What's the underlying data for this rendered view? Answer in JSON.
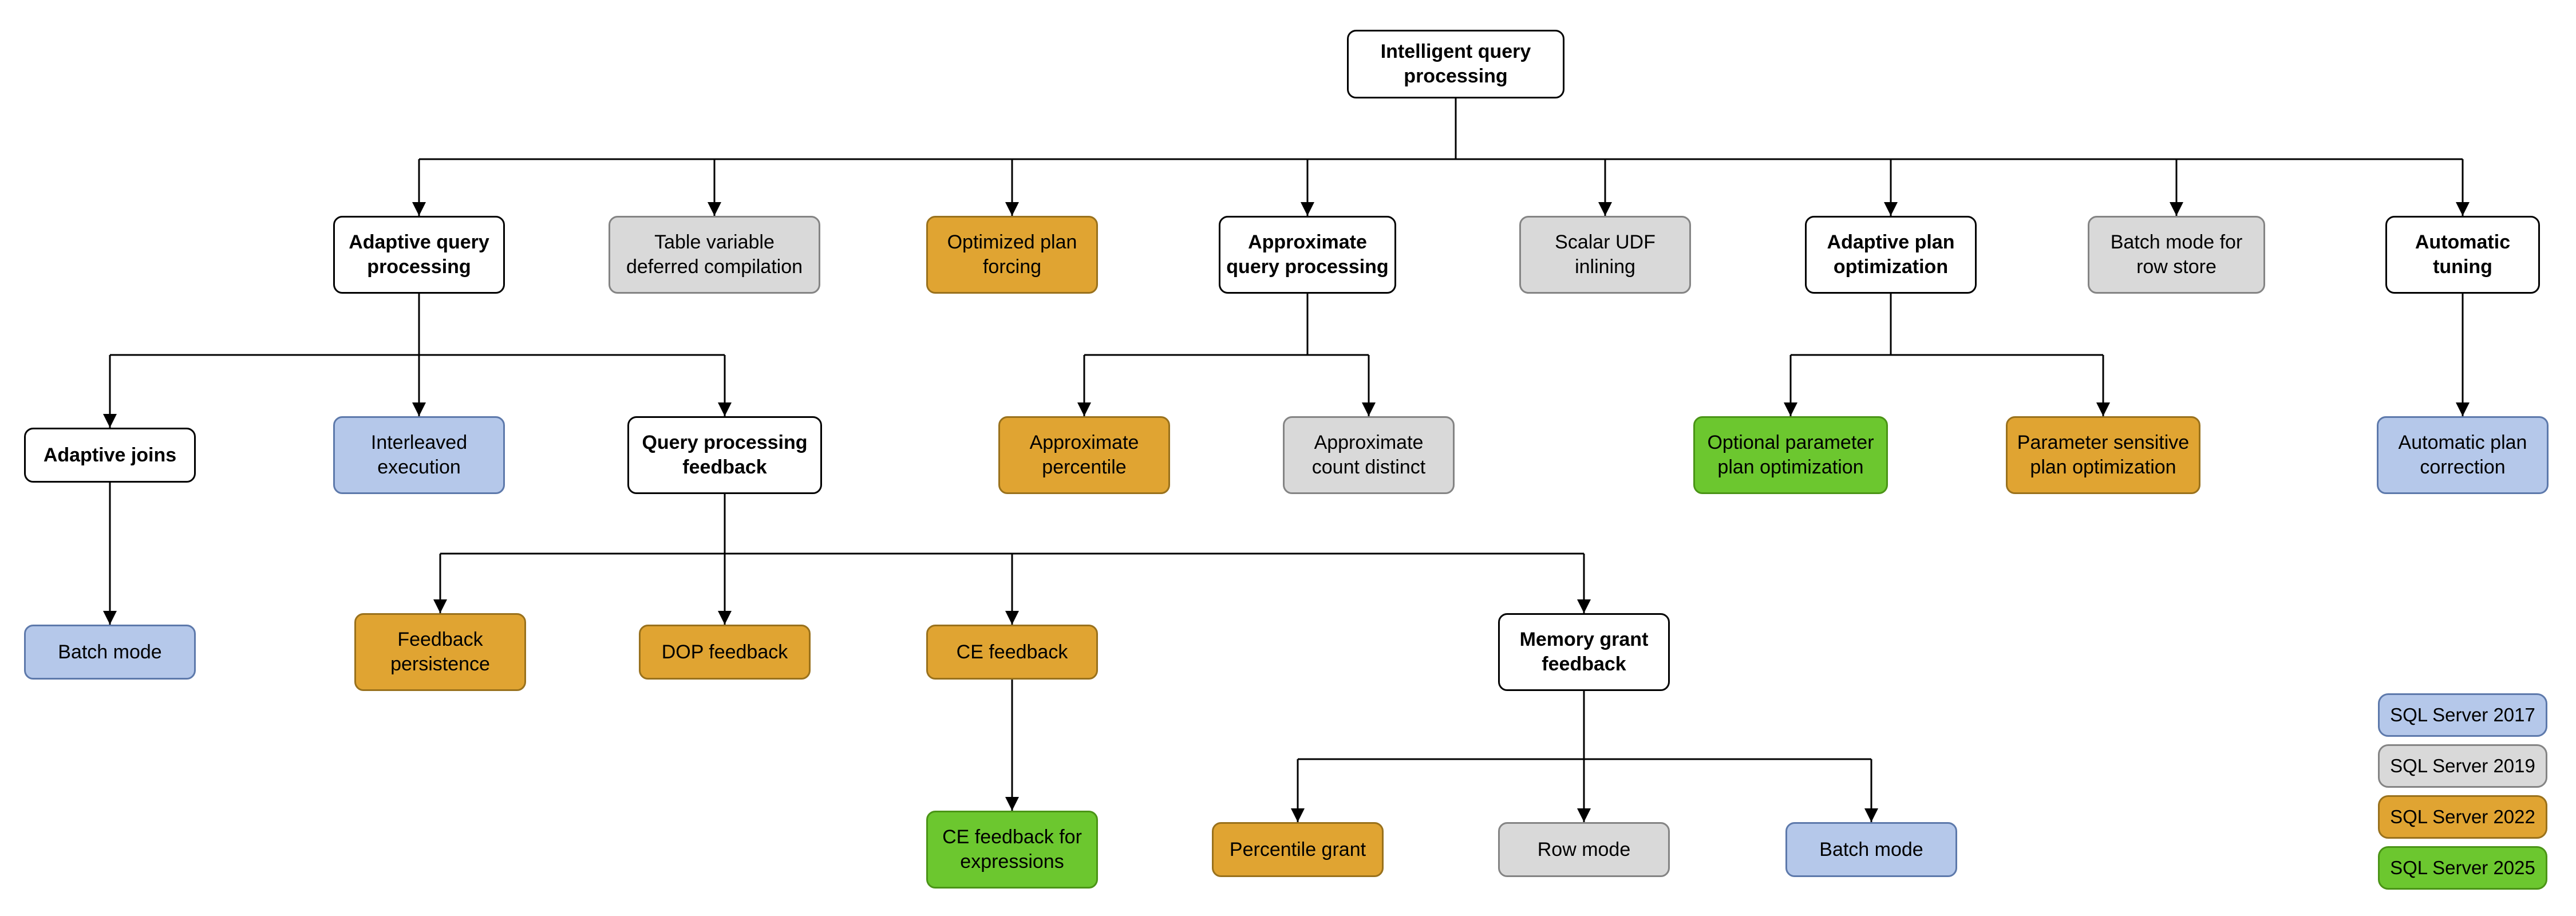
{
  "colors": {
    "sql_server_2017": "#b5c8ea",
    "sql_server_2019": "#d9d9d9",
    "sql_server_2022": "#e0a432",
    "sql_server_2025": "#6cc72f",
    "category_fill": "#ffffff",
    "connector": "#000000"
  },
  "nodes": {
    "root": {
      "label": "Intelligent query processing",
      "type": "category"
    },
    "adaptive_query_processing": {
      "label": "Adaptive query processing",
      "type": "category"
    },
    "table_variable_deferred_compilation": {
      "label": "Table variable deferred compilation",
      "version": "SQL Server 2019"
    },
    "optimized_plan_forcing": {
      "label": "Optimized plan forcing",
      "version": "SQL Server 2022"
    },
    "approximate_query_processing": {
      "label": "Approximate query processing",
      "type": "category"
    },
    "scalar_udf_inlining": {
      "label": "Scalar UDF inlining",
      "version": "SQL Server 2019"
    },
    "adaptive_plan_optimization": {
      "label": "Adaptive plan optimization",
      "type": "category"
    },
    "batch_mode_row_store": {
      "label": "Batch mode for row store",
      "version": "SQL Server 2019"
    },
    "automatic_tuning": {
      "label": "Automatic tuning",
      "type": "category"
    },
    "adaptive_joins": {
      "label": "Adaptive joins",
      "type": "category"
    },
    "interleaved_execution": {
      "label": "Interleaved execution",
      "version": "SQL Server 2017"
    },
    "query_processing_feedback": {
      "label": "Query processing feedback",
      "type": "category"
    },
    "approximate_percentile": {
      "label": "Approximate percentile",
      "version": "SQL Server 2022"
    },
    "approximate_count_distinct": {
      "label": "Approximate count distinct",
      "version": "SQL Server 2019"
    },
    "optional_parameter_plan_optimization": {
      "label": "Optional parameter plan optimization",
      "version": "SQL Server 2025"
    },
    "parameter_sensitive_plan_optimization": {
      "label": "Parameter sensitive plan optimization",
      "version": "SQL Server 2022"
    },
    "automatic_plan_correction": {
      "label": "Automatic plan correction",
      "version": "SQL Server 2017"
    },
    "batch_mode_adaptive_joins": {
      "label": "Batch mode",
      "version": "SQL Server 2017"
    },
    "feedback_persistence": {
      "label": "Feedback persistence",
      "version": "SQL Server 2022"
    },
    "dop_feedback": {
      "label": "DOP feedback",
      "version": "SQL Server 2022"
    },
    "ce_feedback": {
      "label": "CE feedback",
      "version": "SQL Server 2022"
    },
    "memory_grant_feedback": {
      "label": "Memory grant feedback",
      "type": "category"
    },
    "ce_feedback_for_expressions": {
      "label": "CE feedback for expressions",
      "version": "SQL Server 2025"
    },
    "percentile_grant": {
      "label": "Percentile grant",
      "version": "SQL Server 2022"
    },
    "row_mode": {
      "label": "Row mode",
      "version": "SQL Server 2019"
    },
    "batch_mode_memory_grant": {
      "label": "Batch mode",
      "version": "SQL Server 2017"
    }
  },
  "edges": {
    "root": [
      "adaptive_query_processing",
      "table_variable_deferred_compilation",
      "optimized_plan_forcing",
      "approximate_query_processing",
      "scalar_udf_inlining",
      "adaptive_plan_optimization",
      "batch_mode_row_store",
      "automatic_tuning"
    ],
    "adaptive_query_processing": [
      "adaptive_joins",
      "interleaved_execution",
      "query_processing_feedback"
    ],
    "approximate_query_processing": [
      "approximate_percentile",
      "approximate_count_distinct"
    ],
    "adaptive_plan_optimization": [
      "optional_parameter_plan_optimization",
      "parameter_sensitive_plan_optimization"
    ],
    "automatic_tuning": [
      "automatic_plan_correction"
    ],
    "adaptive_joins": [
      "batch_mode_adaptive_joins"
    ],
    "query_processing_feedback": [
      "feedback_persistence",
      "dop_feedback",
      "ce_feedback",
      "memory_grant_feedback"
    ],
    "ce_feedback": [
      "ce_feedback_for_expressions"
    ],
    "memory_grant_feedback": [
      "percentile_grant",
      "row_mode",
      "batch_mode_memory_grant"
    ]
  },
  "legend": {
    "items": [
      {
        "label": "SQL Server 2017",
        "color": "#b5c8ea"
      },
      {
        "label": "SQL Server 2019",
        "color": "#d9d9d9"
      },
      {
        "label": "SQL Server 2022",
        "color": "#e0a432"
      },
      {
        "label": "SQL Server 2025",
        "color": "#6cc72f"
      }
    ]
  }
}
